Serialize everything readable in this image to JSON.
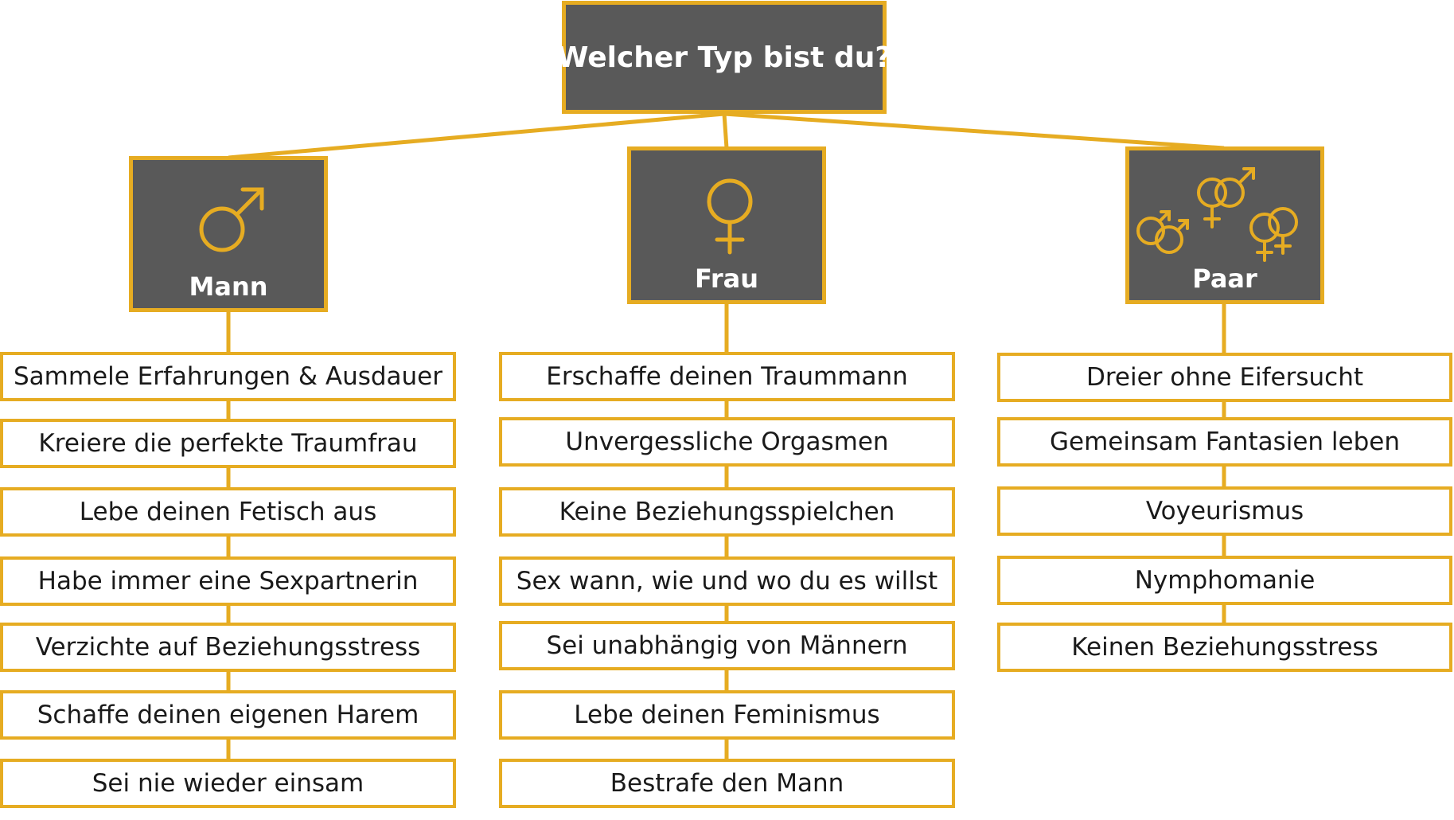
{
  "title": "Welcher Typ bist du?",
  "accent_color": "#e6ac22",
  "box_color": "#595959",
  "columns": [
    {
      "label": "Mann",
      "icon": "male-symbol-icon",
      "items": [
        "Sammele Erfahrungen & Ausdauer",
        "Kreiere die perfekte Traumfrau",
        "Lebe deinen Fetisch aus",
        "Habe immer eine Sexpartnerin",
        "Verzichte auf Beziehungsstress",
        "Schaffe deinen eigenen Harem",
        "Sei nie wieder einsam"
      ]
    },
    {
      "label": "Frau",
      "icon": "female-symbol-icon",
      "items": [
        "Erschaffe deinen Traummann",
        "Unvergessliche Orgasmen",
        "Keine Beziehungsspielchen",
        "Sex wann, wie und wo du es willst",
        "Sei unabhängig von Männern",
        "Lebe deinen Feminismus",
        "Bestrafe den Mann"
      ]
    },
    {
      "label": "Paar",
      "icon": "couple-symbols-icon",
      "items": [
        "Dreier ohne Eifersucht",
        "Gemeinsam Fantasien leben",
        "Voyeurismus",
        "Nymphomanie",
        "Keinen Beziehungsstress"
      ]
    }
  ]
}
